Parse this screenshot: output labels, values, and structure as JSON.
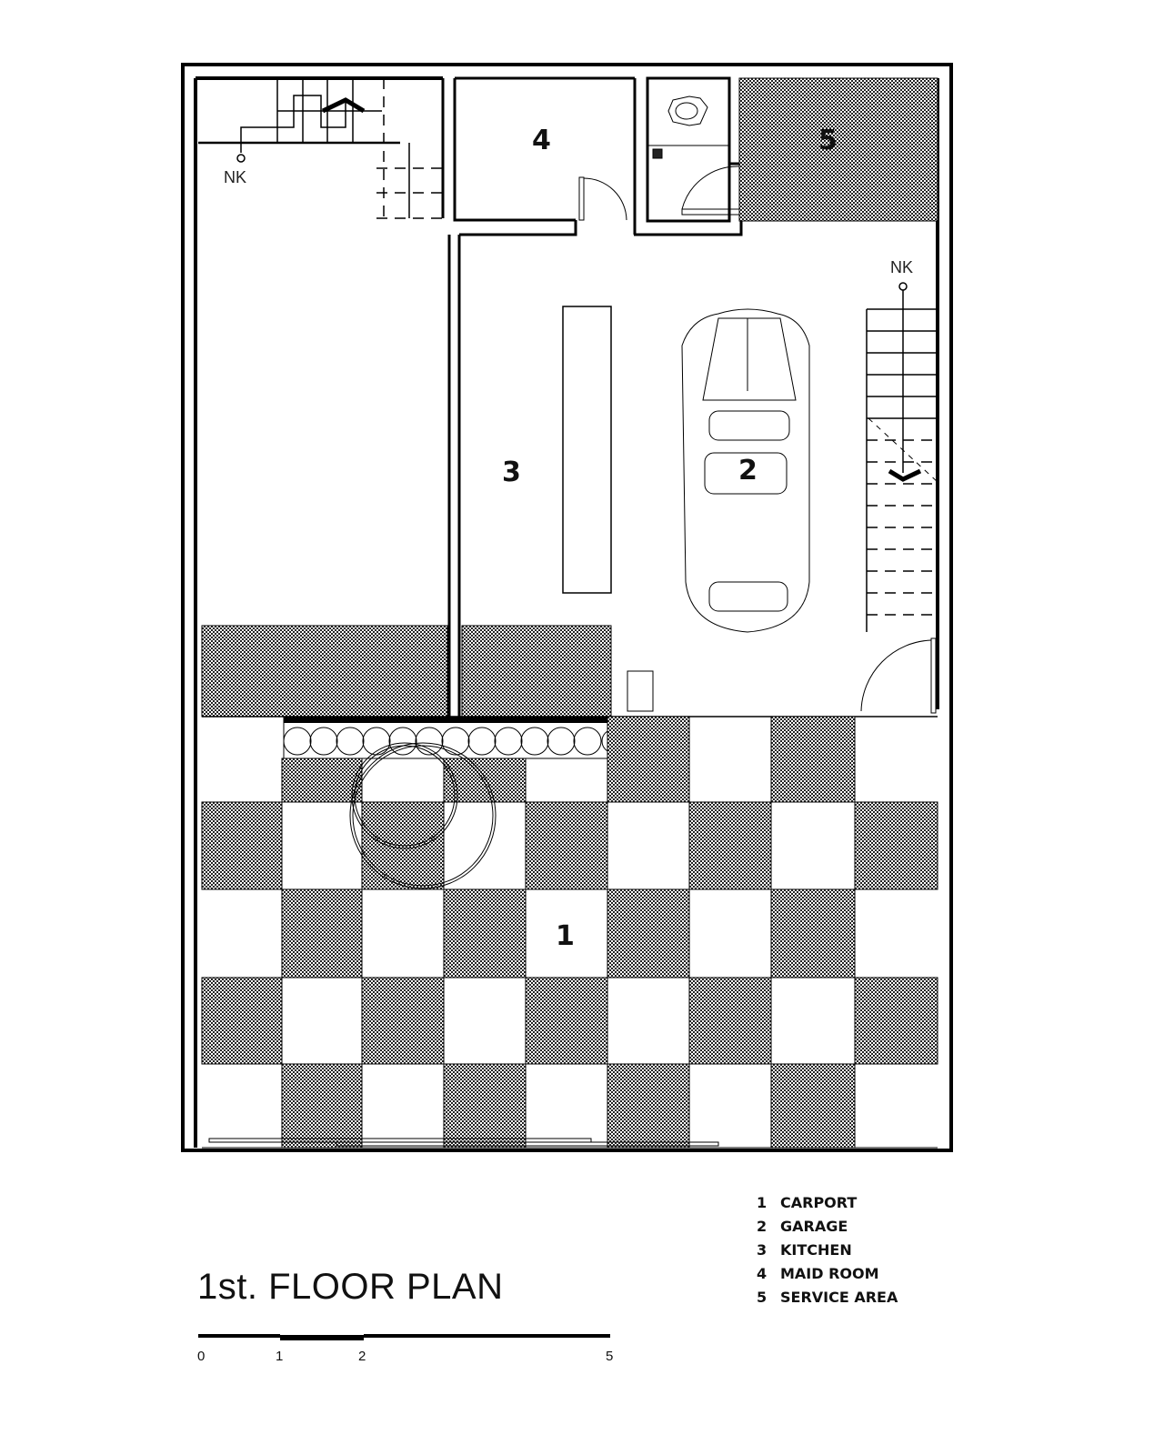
{
  "title": "1st. FLOOR PLAN",
  "rooms": {
    "r1": "1",
    "r2": "2",
    "r3": "3",
    "r4": "4",
    "r5": "5"
  },
  "nk_labels": {
    "left": "NK",
    "right": "NK"
  },
  "legend": [
    {
      "num": "1",
      "label": "CARPORT"
    },
    {
      "num": "2",
      "label": "GARAGE"
    },
    {
      "num": "3",
      "label": "KITCHEN"
    },
    {
      "num": "4",
      "label": "MAID ROOM"
    },
    {
      "num": "5",
      "label": "SERVICE AREA"
    }
  ],
  "scale_bar": {
    "ticks": [
      "0",
      "1",
      "2",
      "5"
    ],
    "unit_hint": "m"
  },
  "colors": {
    "line": "#000000",
    "background": "#ffffff",
    "hatch_dark": "#3a3a3a"
  }
}
